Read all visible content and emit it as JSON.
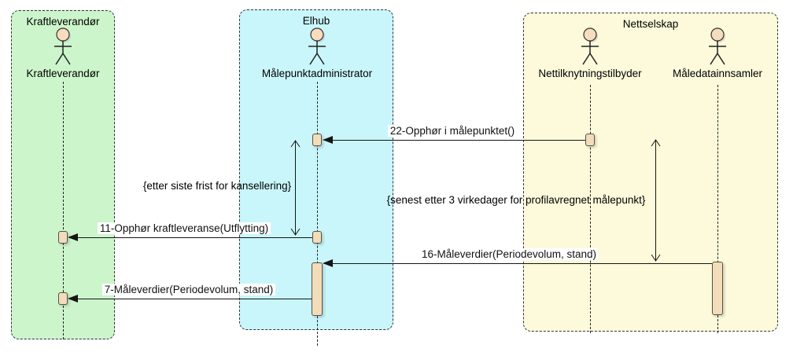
{
  "lanes": [
    {
      "title": "Kraftleverandør",
      "fill": "#ccf5cc"
    },
    {
      "title": "Elhub",
      "fill": "#c9f6fb"
    },
    {
      "title": "Nettselskap",
      "fill": "#fcfadb"
    }
  ],
  "actors": [
    {
      "name": "Kraftleverandør",
      "lane": "Kraftleverandør"
    },
    {
      "name": "Målepunktadministrator",
      "lane": "Elhub"
    },
    {
      "name": "Nettilknytningstilbyder",
      "lane": "Nettselskap"
    },
    {
      "name": "Måledatainnsamler",
      "lane": "Nettselskap"
    }
  ],
  "messages": [
    {
      "label": "22-Opphør i målepunktet()",
      "from": "Nettilknytningstilbyder",
      "to": "Målepunktadministrator"
    },
    {
      "label": "11-Opphør kraftleveranse(Utflytting)",
      "from": "Målepunktadministrator",
      "to": "Kraftleverandør"
    },
    {
      "label": "16-Måleverdier(Periodevolum, stand)",
      "from": "Måledatainnsamler",
      "to": "Målepunktadministrator"
    },
    {
      "label": "7-Måleverdier(Periodevolum, stand)",
      "from": "Målepunktadministrator",
      "to": "Kraftleverandør"
    }
  ],
  "constraints": [
    {
      "text": "{etter siste frist for kansellering}"
    },
    {
      "text": "{senest etter 3 virkedager for profilavregnet målepunkt}"
    }
  ],
  "colors": {
    "lane_green": "#ccf5cc",
    "lane_cyan": "#c9f6fb",
    "lane_yellow": "#fcfadb",
    "activation_fill": "#f2dcb9",
    "activation_border": "#55524a",
    "actor_head_fill": "#f8dcbe",
    "line": "#151515"
  }
}
